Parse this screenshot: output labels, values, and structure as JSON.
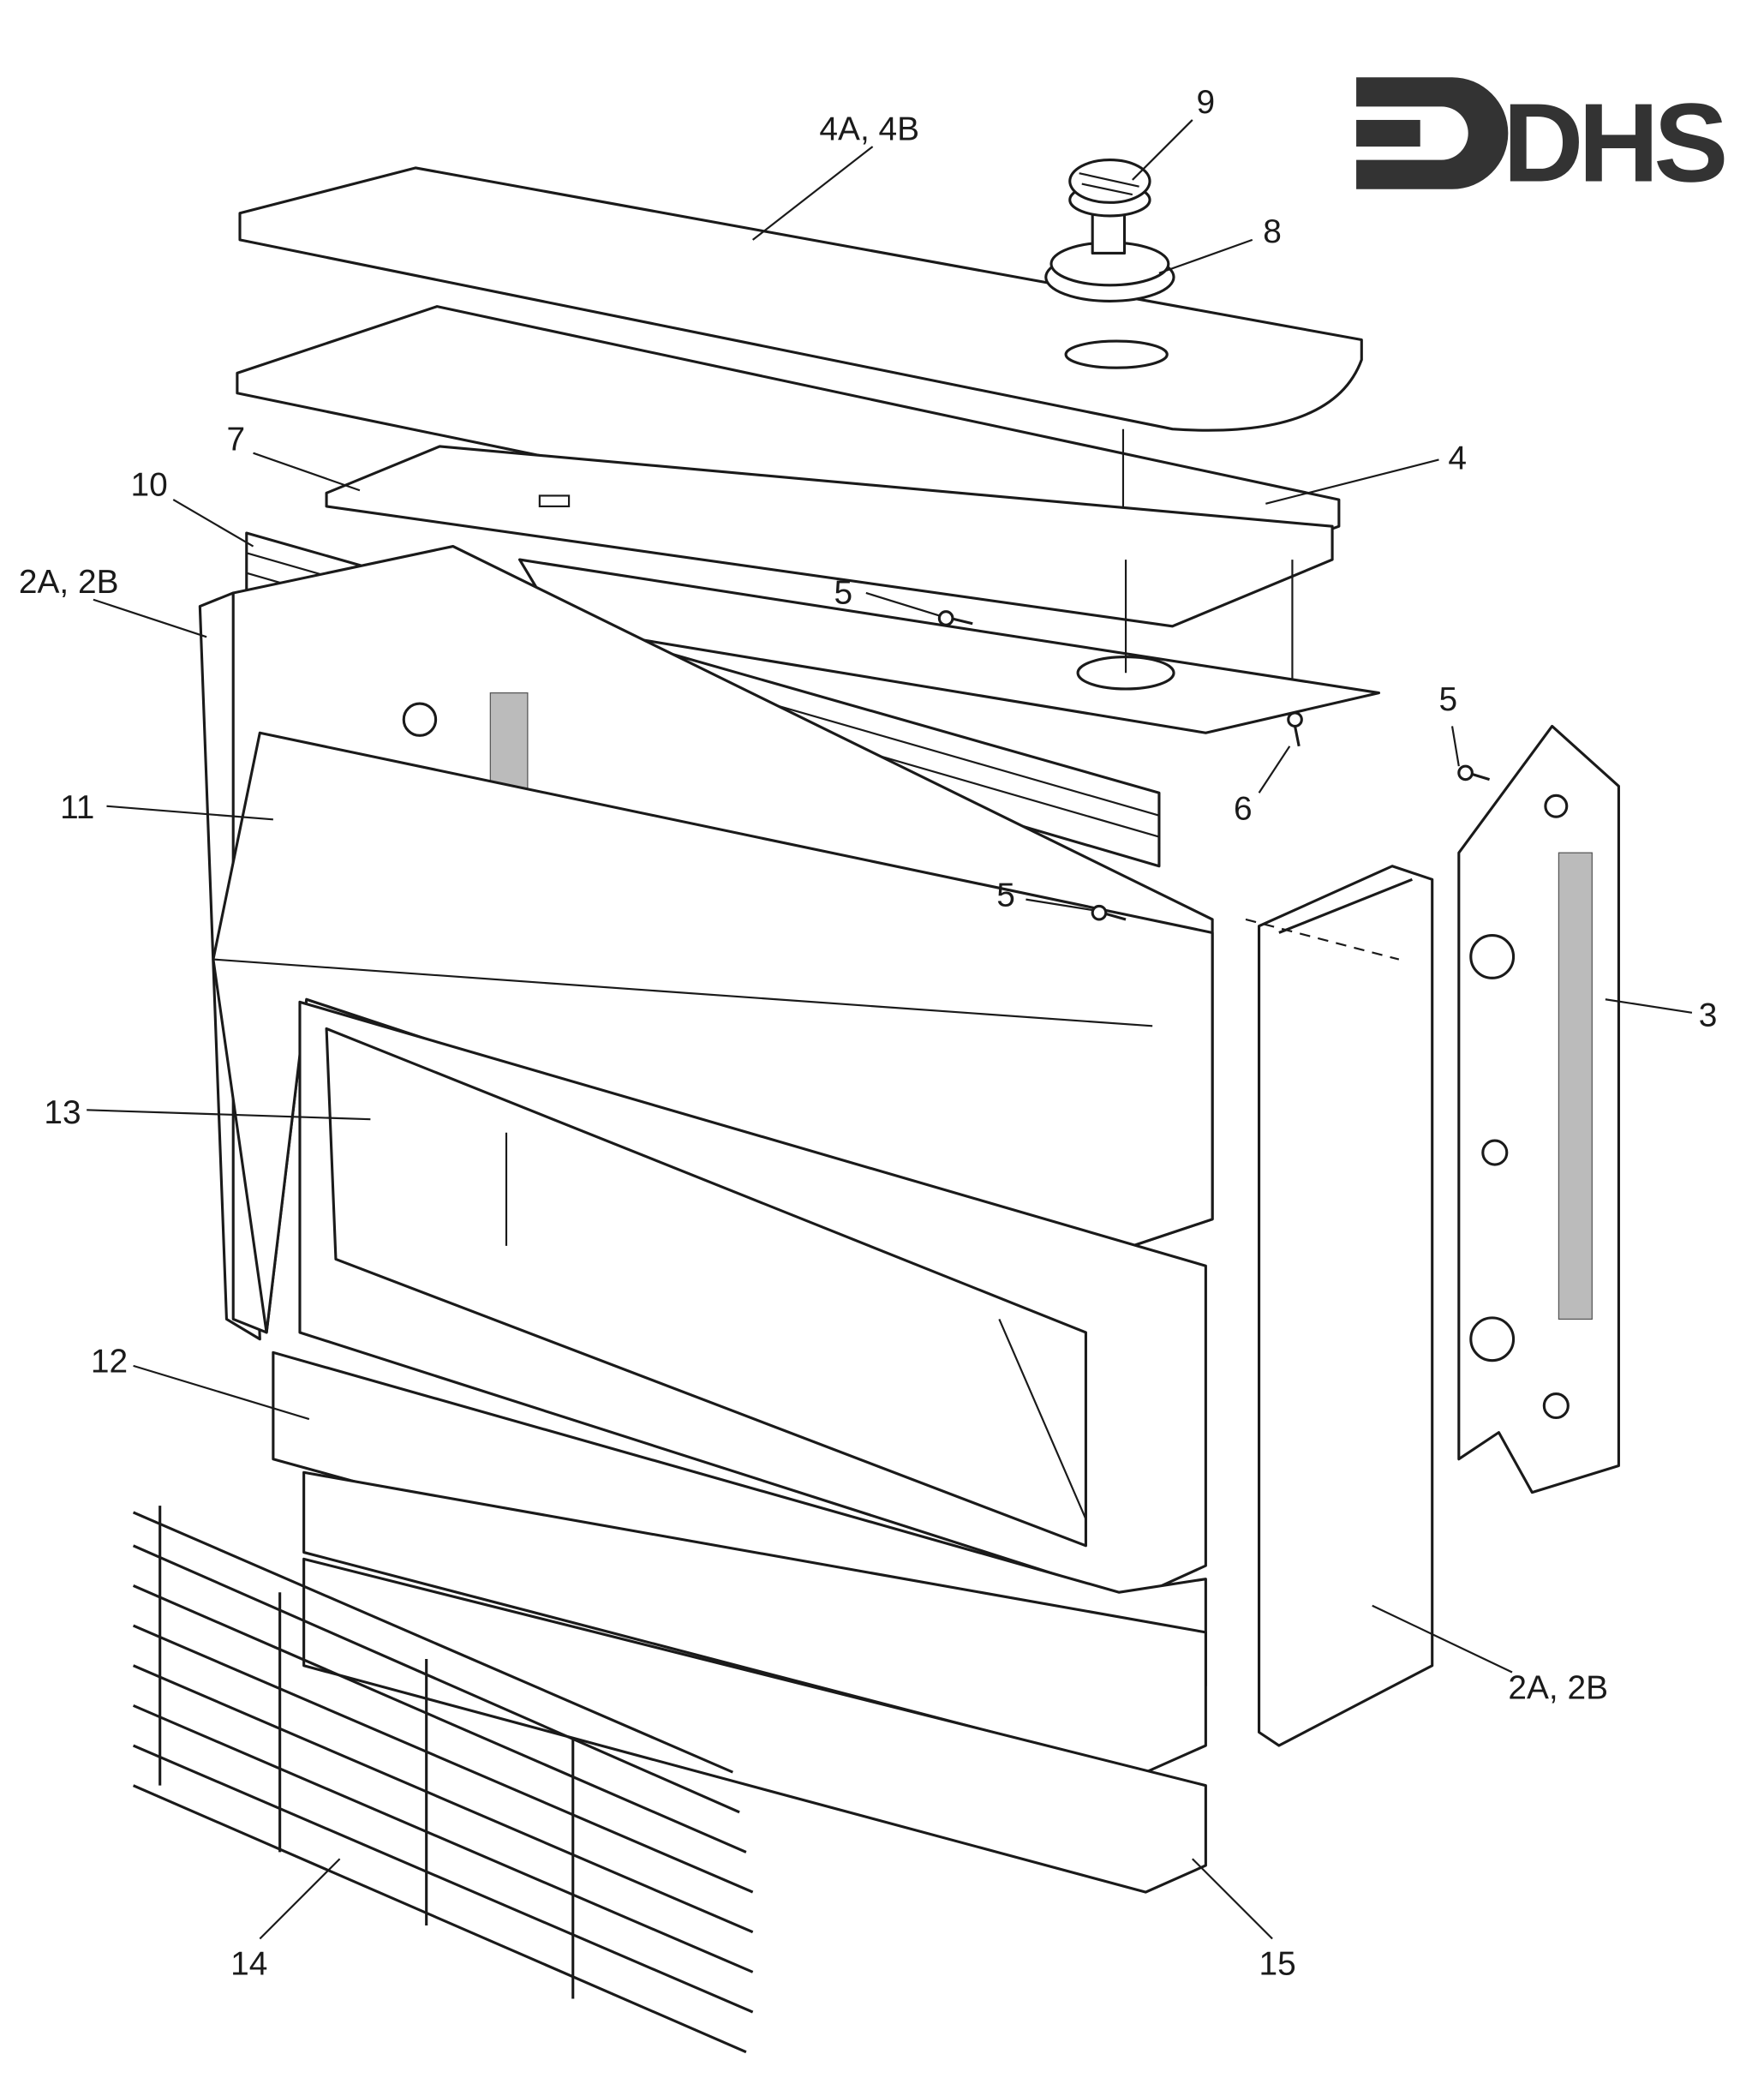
{
  "logo": {
    "text": "DHS",
    "color": "#333333"
  },
  "callouts": {
    "c9": "9",
    "c4a4b": "4A, 4B",
    "c8": "8",
    "c4": "4",
    "c7": "7",
    "c10": "10",
    "c2a2b_left": "2A, 2B",
    "c5_top": "5",
    "c5_right": "5",
    "c6": "6",
    "c5_mid": "5",
    "c11": "11",
    "c3": "3",
    "c13": "13",
    "c12": "12",
    "c2a2b_right": "2A, 2B",
    "c14": "14",
    "c15": "15"
  }
}
